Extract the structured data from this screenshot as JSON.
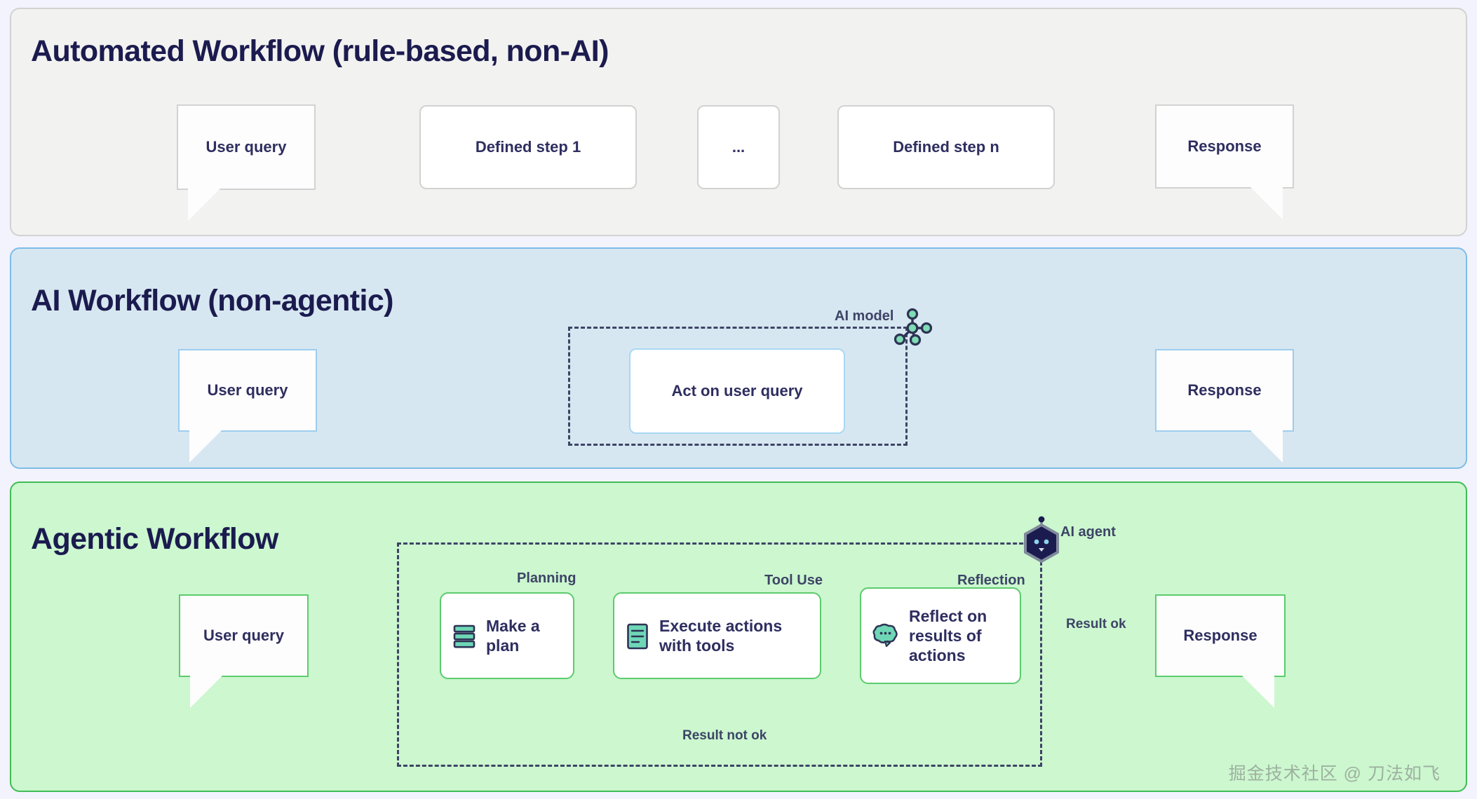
{
  "page": {
    "background": "#f2f3fc",
    "watermark": "掘金技术社区 @ 刀法如飞"
  },
  "panels": [
    {
      "id": "automated",
      "title": "Automated Workflow (rule-based, non-AI)",
      "background": "#f2f2f0",
      "border": "#d2d2d2",
      "nodes": [
        {
          "name": "user-query",
          "label": "User query",
          "type": "bubble"
        },
        {
          "name": "defined-step-1",
          "label": "Defined step 1",
          "type": "box"
        },
        {
          "name": "ellipsis-step",
          "label": "...",
          "type": "box"
        },
        {
          "name": "defined-step-n",
          "label": "Defined step n",
          "type": "box"
        },
        {
          "name": "response",
          "label": "Response",
          "type": "bubble"
        }
      ]
    },
    {
      "id": "aiworkflow",
      "title": "AI Workflow (non-agentic)",
      "background": "#d7e7f1",
      "border": "#7dbde8",
      "boundary_label": "AI model",
      "boundary_icon": "ai-model-node-graph-icon",
      "nodes": [
        {
          "name": "user-query",
          "label": "User query",
          "type": "bubble"
        },
        {
          "name": "act-on-user-query",
          "label": "Act on user query",
          "type": "box"
        },
        {
          "name": "response",
          "label": "Response",
          "type": "bubble"
        }
      ]
    },
    {
      "id": "agentic",
      "title": "Agentic Workflow",
      "background": "#ccf7cf",
      "border": "#3fbd54",
      "boundary_label": "AI agent",
      "boundary_icon": "ai-agent-robot-icon",
      "capability_labels": [
        "Planning",
        "Tool Use",
        "Reflection"
      ],
      "nodes": [
        {
          "name": "user-query",
          "label": "User query",
          "type": "bubble"
        },
        {
          "name": "make-a-plan",
          "label": "Make a plan",
          "icon": "list-stack-icon",
          "type": "agentbox"
        },
        {
          "name": "execute-actions",
          "label": "Execute actions with tools",
          "icon": "document-icon",
          "type": "agentbox"
        },
        {
          "name": "reflect-on-results",
          "label": "Reflect on results of actions",
          "icon": "thought-bubble-icon",
          "type": "agentbox"
        },
        {
          "name": "response",
          "label": "Response",
          "type": "bubble"
        }
      ],
      "edge_labels": {
        "result_ok": "Result ok",
        "result_not_ok": "Result not ok"
      }
    }
  ],
  "colors": {
    "title_text": "#1b1b4f",
    "node_text": "#2e2e60",
    "arrow": "#3d4466",
    "accent_green": "#5ccb6d",
    "accent_blue": "#7dbde8",
    "icon_mint": "#6fd7b6",
    "agent_dark": "#1b1b4f"
  }
}
